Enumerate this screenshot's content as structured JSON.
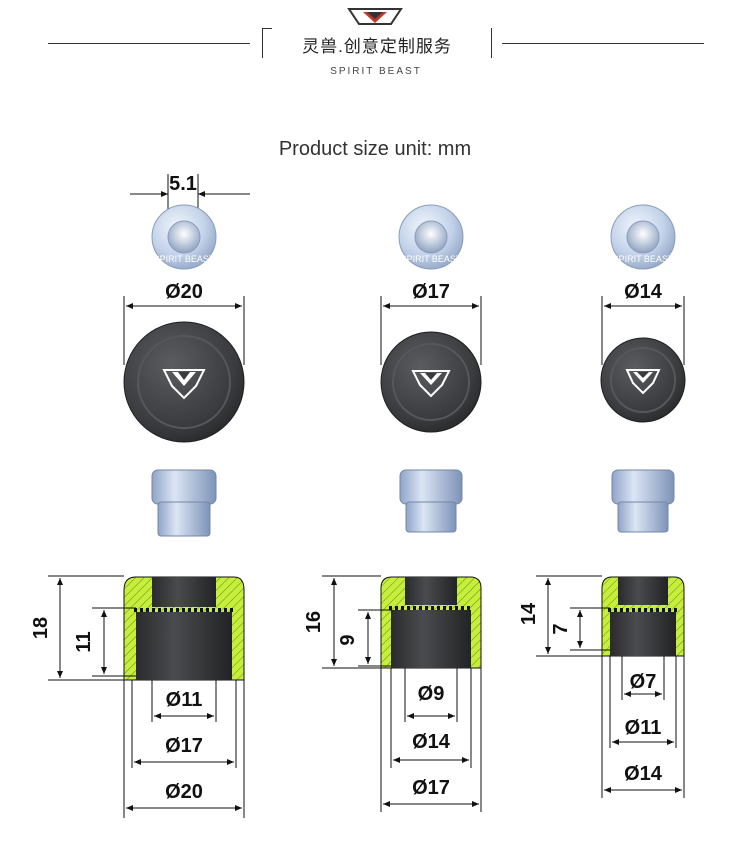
{
  "header": {
    "brand_cn": "灵兽.创意定制服务",
    "brand_en": "SPIRIT BEAST",
    "logo_icon": "diamond-logo-icon"
  },
  "subtitle": "Product size unit: mm",
  "colors": {
    "accent_green": "#c6ee3c",
    "cap_dark": "#3a3b3d",
    "aluminum": "#b9c9e0"
  },
  "products": [
    {
      "top_width": "5.1",
      "emblem_text": "SPIRIT BEAST",
      "cap_diameter": "Ø20",
      "height": "18",
      "inner_height": "11",
      "bottom_dims": [
        "Ø11",
        "Ø17",
        "Ø20"
      ]
    },
    {
      "emblem_text": "SPIRIT BEAST",
      "cap_diameter": "Ø17",
      "height": "16",
      "inner_height": "9",
      "bottom_dims": [
        "Ø9",
        "Ø14",
        "Ø17"
      ]
    },
    {
      "emblem_text": "SPIRIT BEAST",
      "cap_diameter": "Ø14",
      "height": "14",
      "inner_height": "7",
      "bottom_dims": [
        "Ø7",
        "Ø11",
        "Ø14"
      ]
    }
  ]
}
